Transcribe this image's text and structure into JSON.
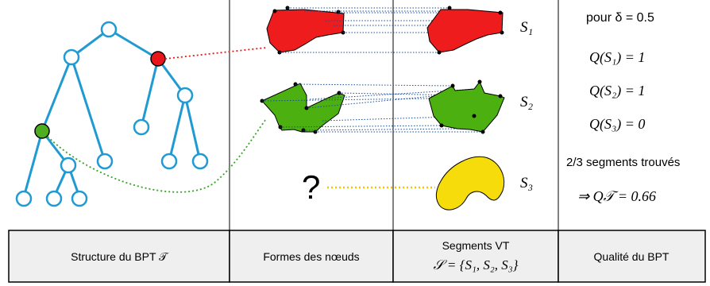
{
  "footer": {
    "col1": "Structure du BPT 𝒯",
    "col2": "Formes des nœuds",
    "col3_line1": "Segments VT",
    "col3_line2": "𝒮 = {S₁, S₂, S₃}",
    "col4": "Qualité du BPT"
  },
  "segments": {
    "s1": "S₁",
    "s2": "S₂",
    "s3": "S₃"
  },
  "unknown_mark": "?",
  "quality": {
    "line1": "pour δ = 0.5",
    "line2": "Q(S₁) = 1",
    "line3": "Q(S₂) = 1",
    "line4": "Q(S₃) = 0",
    "line5": "2/3 segments trouvés",
    "line6": "⇒ Q𝒯 = 0.66"
  },
  "colors": {
    "tree": "#1f9ad2",
    "node_red": "#e8151b",
    "node_green": "#4fae1f",
    "shape_red": "#ee1c1c",
    "shape_green": "#4cb010",
    "shape_yellow": "#f5dc0a",
    "link_red": "#e11b1b",
    "link_green": "#3aa02a",
    "link_yellow": "#f5c400",
    "dashed_blue": "#1b4f9a",
    "footer_bg": "#efefef"
  }
}
